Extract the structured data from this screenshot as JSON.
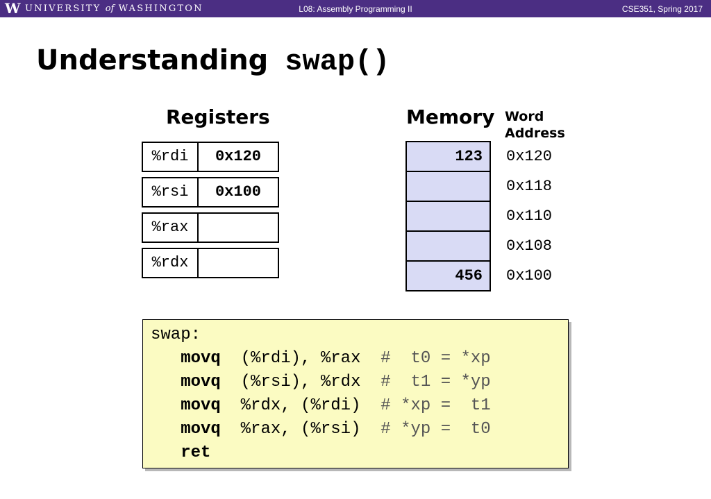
{
  "header": {
    "logo": "W",
    "university_left": "UNIVERSITY",
    "university_of": "of",
    "university_right": "WASHINGTON",
    "lecture": "L08:  Assembly Programming II",
    "course": "CSE351, Spring 2017",
    "bar_color": "#4b2e83"
  },
  "slide": {
    "title_text": "Understanding ",
    "title_code": "swap()"
  },
  "registers": {
    "heading": "Registers",
    "items": [
      {
        "name": "%rdi",
        "value": "0x120"
      },
      {
        "name": "%rsi",
        "value": "0x100"
      },
      {
        "name": "%rax",
        "value": ""
      },
      {
        "name": "%rdx",
        "value": ""
      }
    ]
  },
  "memory": {
    "heading": "Memory",
    "address_heading_line1": "Word",
    "address_heading_line2": "Address",
    "cell_color": "#d9dbf5",
    "cells": [
      {
        "value": "123",
        "address": "0x120"
      },
      {
        "value": "",
        "address": "0x118"
      },
      {
        "value": "",
        "address": "0x110"
      },
      {
        "value": "",
        "address": "0x108"
      },
      {
        "value": "456",
        "address": "0x100"
      }
    ]
  },
  "code": {
    "box_color": "#fbfbc2",
    "label": "swap:",
    "lines": [
      {
        "op": "movq",
        "args": "(%rdi), %rax",
        "comment": "#  t0 = *xp"
      },
      {
        "op": "movq",
        "args": "(%rsi), %rdx",
        "comment": "#  t1 = *yp"
      },
      {
        "op": "movq",
        "args": "%rdx, (%rdi)",
        "comment": "# *xp =  t1"
      },
      {
        "op": "movq",
        "args": "%rax, (%rsi)",
        "comment": "# *yp =  t0"
      },
      {
        "op": "ret",
        "args": "",
        "comment": ""
      }
    ]
  }
}
